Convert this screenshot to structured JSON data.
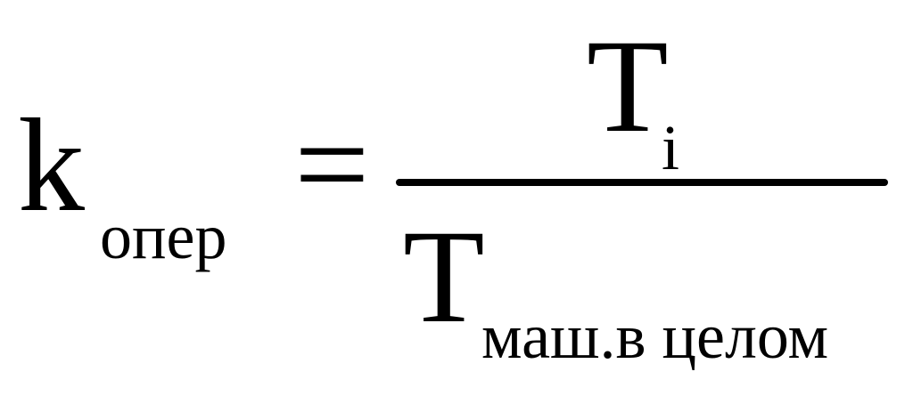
{
  "formula": {
    "lhs": {
      "symbol": "k",
      "subscript": "опер"
    },
    "equals": "=",
    "numerator": {
      "symbol": "T",
      "subscript": "i"
    },
    "denominator": {
      "symbol": "T",
      "subscript": "маш.в целом"
    }
  }
}
